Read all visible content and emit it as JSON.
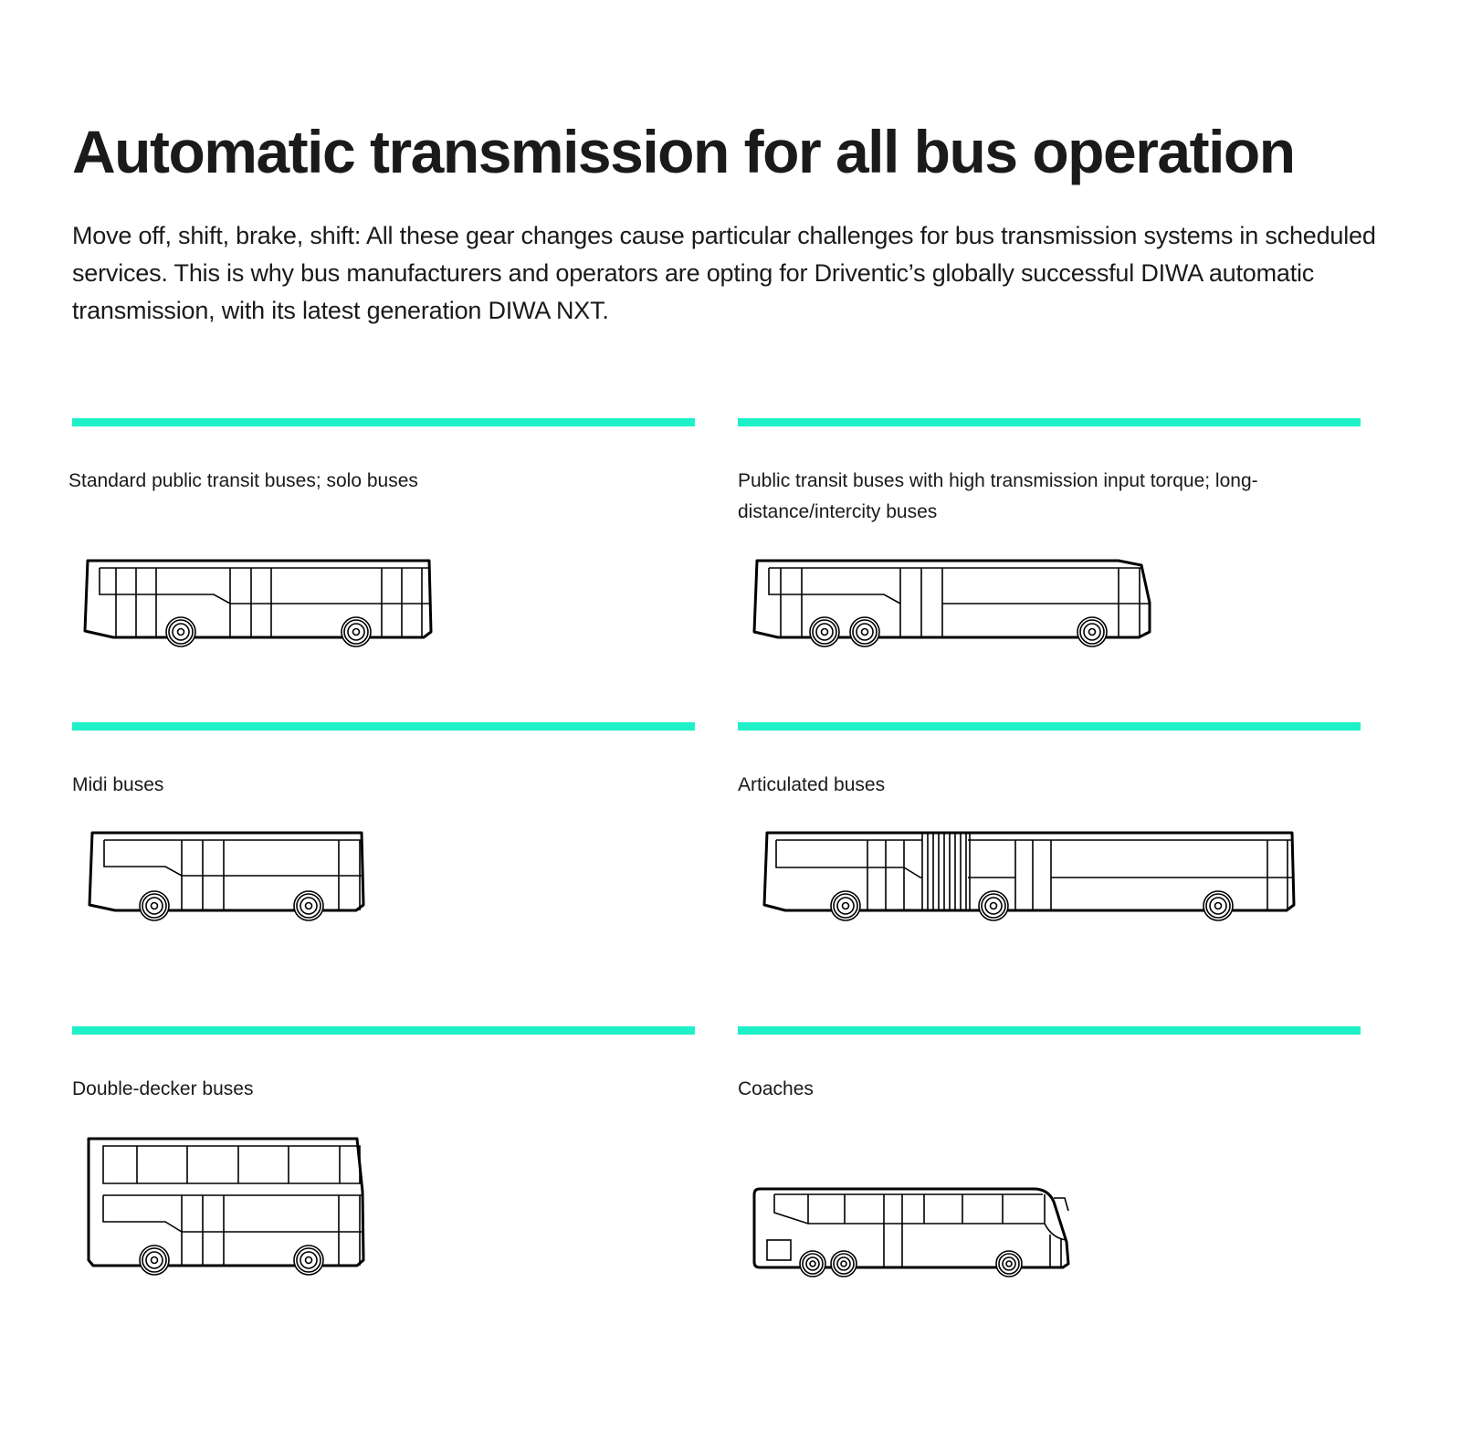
{
  "page": {
    "title": "Automatic transmission for all bus operation",
    "intro": "Move off, shift, brake, shift: All these gear changes cause particular challenges for bus transmission systems in scheduled services. This is why bus manufacturers and operators are opting for Driventic’s globally successful DIWA automatic transmission, with its latest generation DIWA NXT."
  },
  "accent_color": "#1ef0c8",
  "categories": [
    {
      "label": "Standard public transit buses; solo buses",
      "icon": "solo-bus-icon"
    },
    {
      "label": "Public transit buses with high transmission input torque; long-distance/intercity buses",
      "icon": "three-axle-bus-icon"
    },
    {
      "label": "Midi buses",
      "icon": "midi-bus-icon"
    },
    {
      "label": "Articulated buses",
      "icon": "articulated-bus-icon"
    },
    {
      "label": "Double-decker buses",
      "icon": "double-decker-bus-icon"
    },
    {
      "label": "Coaches",
      "icon": "coach-icon"
    }
  ]
}
